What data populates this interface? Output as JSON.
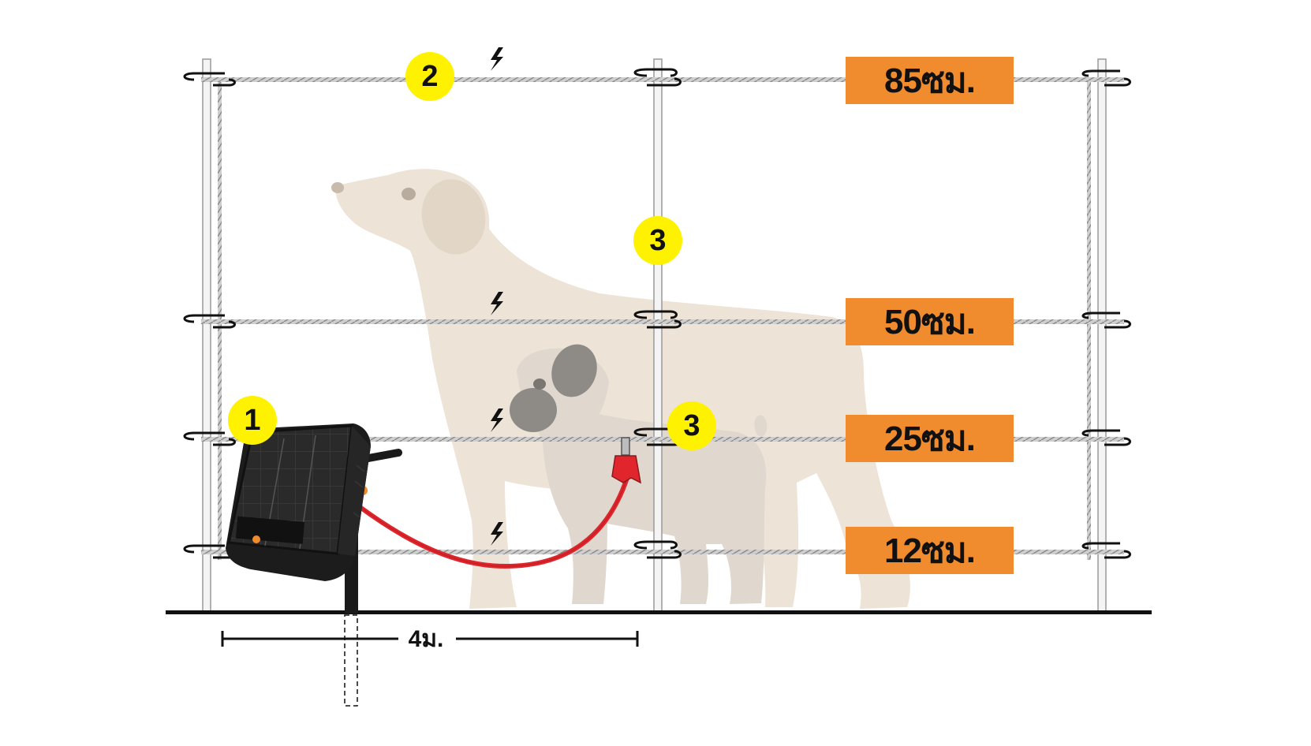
{
  "diagram": {
    "height_labels": [
      "85ซม.",
      "50ซม.",
      "25ซม.",
      "12ซม."
    ],
    "markers": [
      "1",
      "2",
      "3",
      "3"
    ],
    "post_spacing_label": "4ม."
  },
  "colors": {
    "label_bg": "#F08C2E",
    "marker_bg": "#FFF200",
    "lead_wire": "#E0262C",
    "large_dog": "#EDE3D6",
    "small_dog": "#E0D8CE",
    "energizer_body": "#1C1C1C"
  },
  "icons": [
    "lightning-bolt-icon",
    "solar-energizer-icon",
    "insulator-icon",
    "alligator-clip-icon"
  ]
}
